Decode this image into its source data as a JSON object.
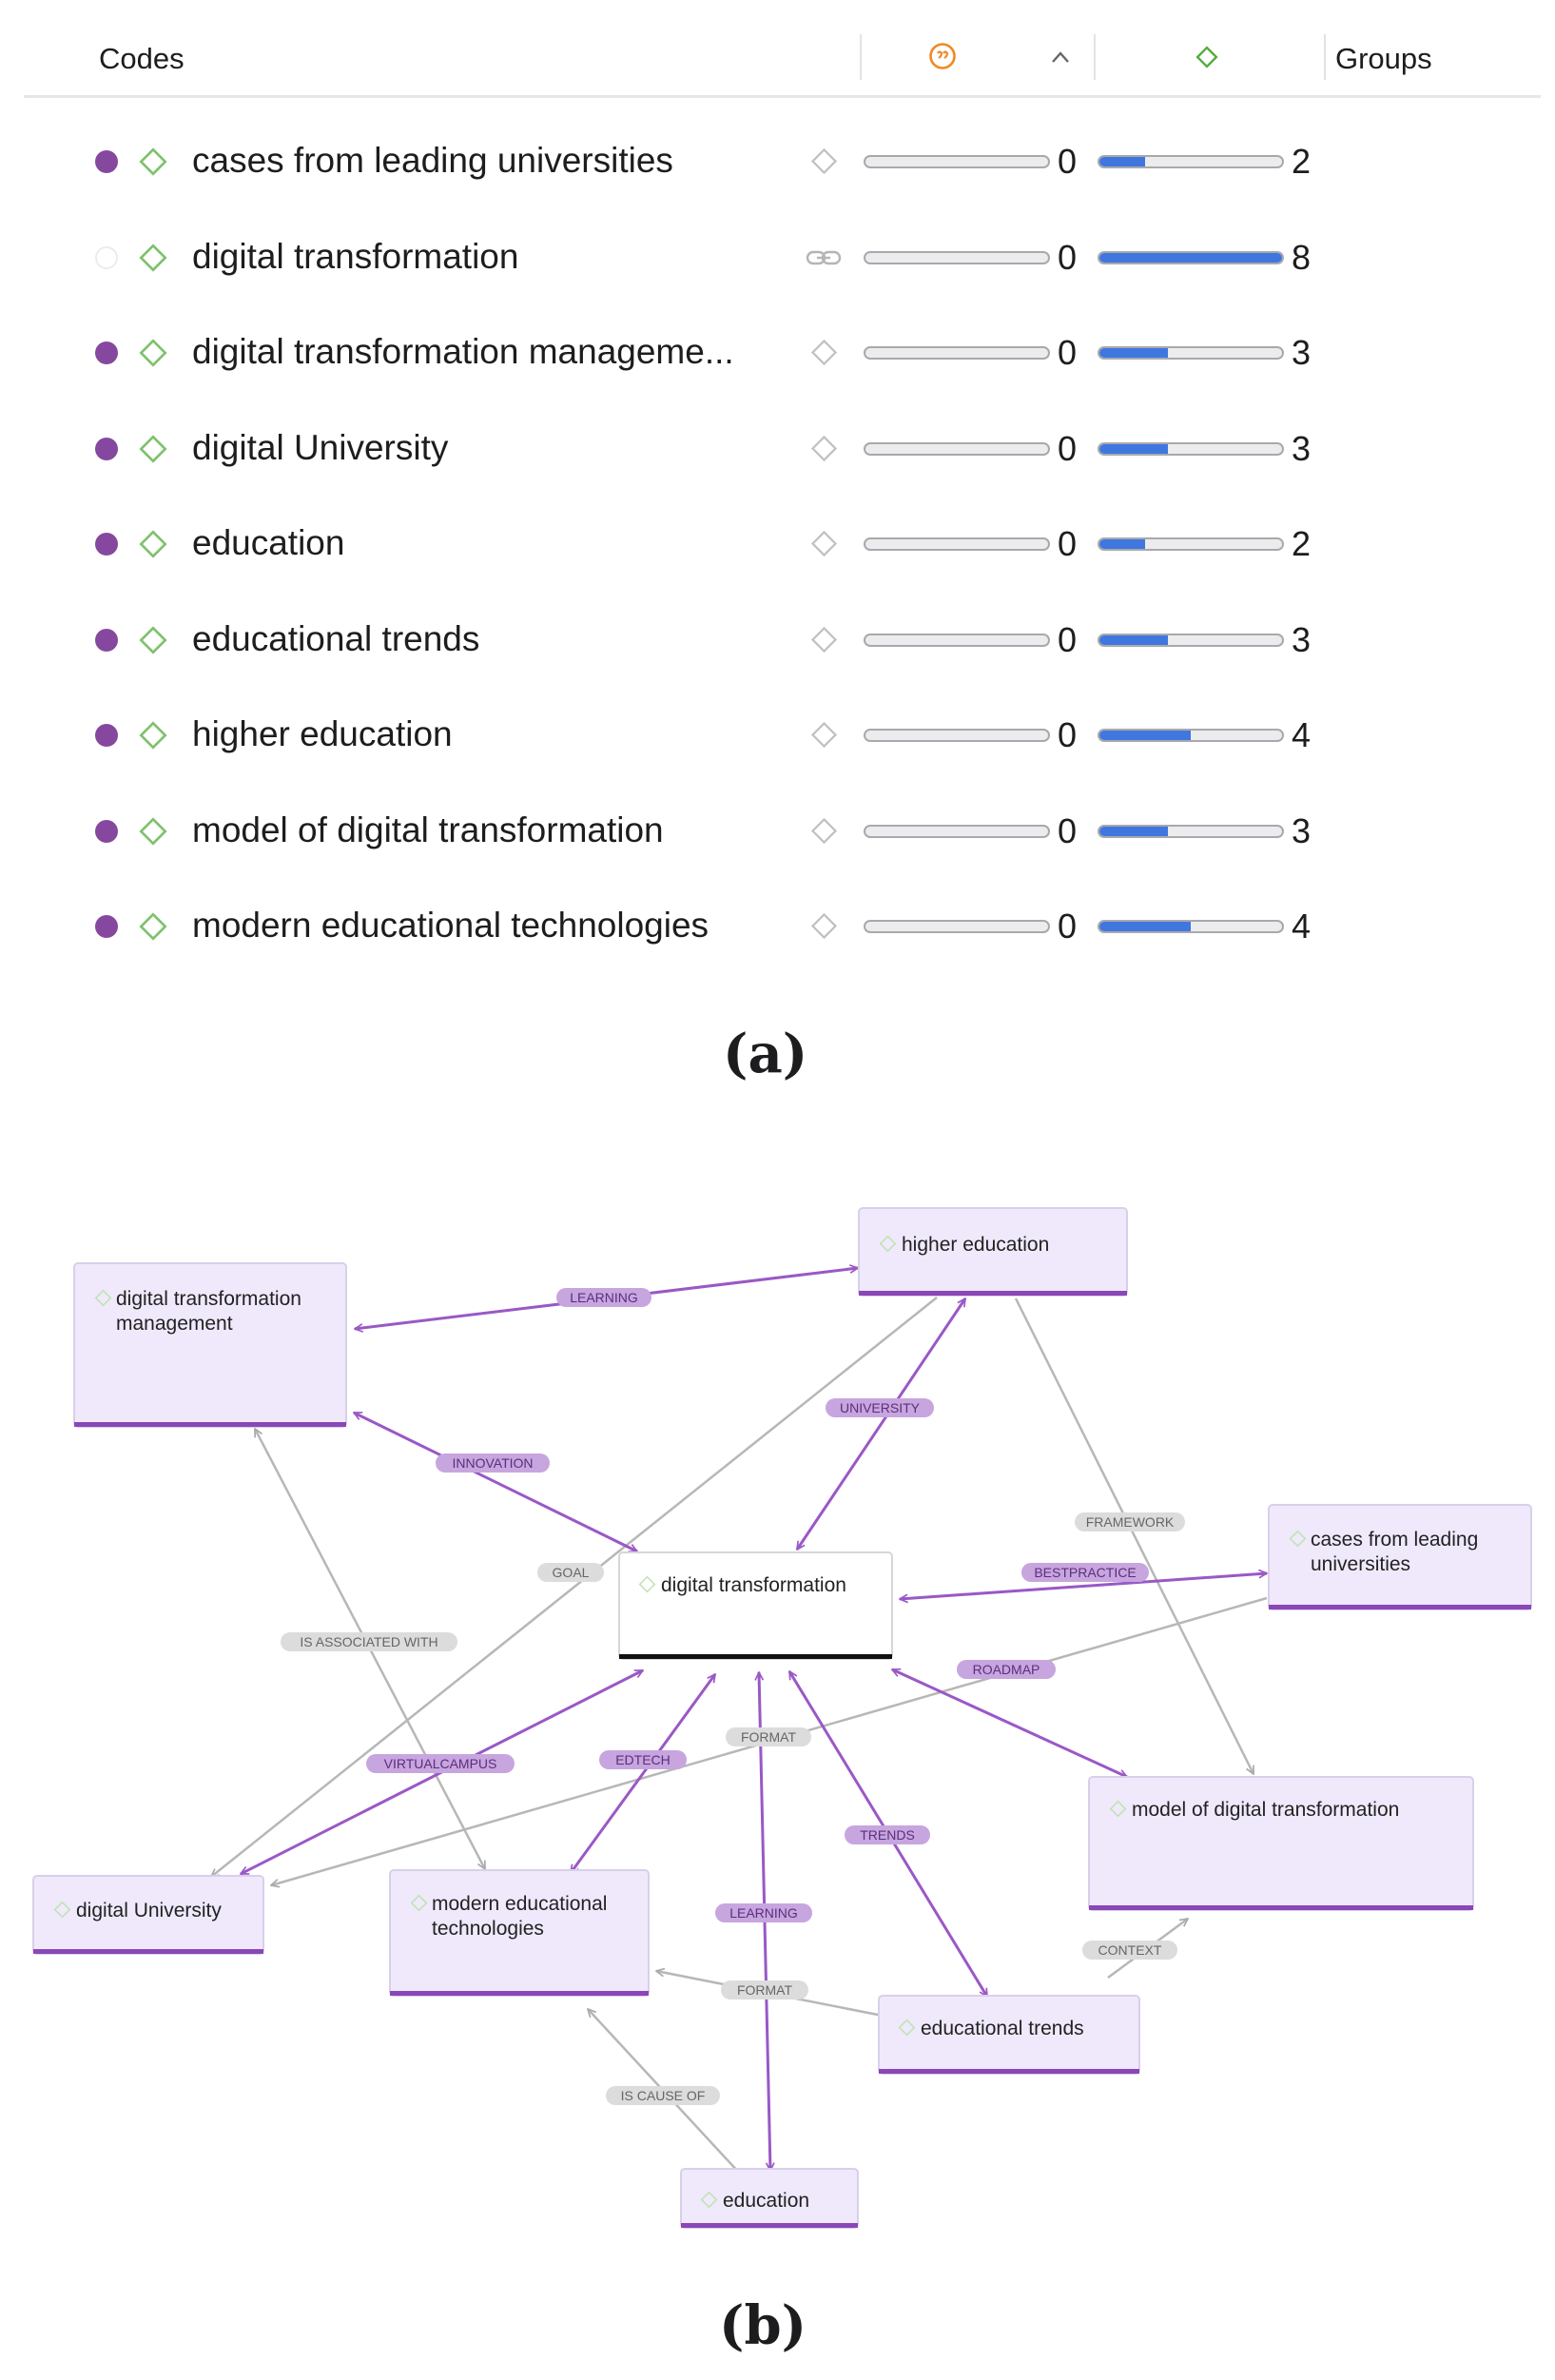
{
  "header": {
    "codes_label": "Codes",
    "groups_label": "Groups"
  },
  "colors": {
    "accent_purple": "#86489e",
    "bar_blue": "#3f77df",
    "diamond_green": "#7cc26a",
    "quote_orange": "#f08a24"
  },
  "codes": [
    {
      "label": "cases from leading universities",
      "color_dot": true,
      "status_icon": "diamond-icon",
      "quotations": 0,
      "quotations_fraction": 0,
      "groups": 2,
      "groups_fraction": 0.25
    },
    {
      "label": "digital transformation",
      "color_dot": false,
      "status_icon": "link-icon",
      "quotations": 0,
      "quotations_fraction": 0,
      "groups": 8,
      "groups_fraction": 1.0
    },
    {
      "label": "digital transformation manageme...",
      "color_dot": true,
      "status_icon": "diamond-icon",
      "quotations": 0,
      "quotations_fraction": 0,
      "groups": 3,
      "groups_fraction": 0.375
    },
    {
      "label": "digital University",
      "color_dot": true,
      "status_icon": "diamond-icon",
      "quotations": 0,
      "quotations_fraction": 0,
      "groups": 3,
      "groups_fraction": 0.375
    },
    {
      "label": "education",
      "color_dot": true,
      "status_icon": "diamond-icon",
      "quotations": 0,
      "quotations_fraction": 0,
      "groups": 2,
      "groups_fraction": 0.25
    },
    {
      "label": "educational trends",
      "color_dot": true,
      "status_icon": "diamond-icon",
      "quotations": 0,
      "quotations_fraction": 0,
      "groups": 3,
      "groups_fraction": 0.375
    },
    {
      "label": "higher education",
      "color_dot": true,
      "status_icon": "diamond-icon",
      "quotations": 0,
      "quotations_fraction": 0,
      "groups": 4,
      "groups_fraction": 0.5
    },
    {
      "label": "model of digital transformation",
      "color_dot": true,
      "status_icon": "diamond-icon",
      "quotations": 0,
      "quotations_fraction": 0,
      "groups": 3,
      "groups_fraction": 0.375
    },
    {
      "label": "modern educational technologies",
      "color_dot": true,
      "status_icon": "diamond-icon",
      "quotations": 0,
      "quotations_fraction": 0,
      "groups": 4,
      "groups_fraction": 0.5
    }
  ],
  "figure_labels": {
    "a": "(a)",
    "b": "(b)"
  },
  "graph": {
    "nodes": {
      "higher_education": [
        "higher education"
      ],
      "dtm": [
        "digital transformation",
        "management"
      ],
      "cases": [
        "cases from leading",
        "universities"
      ],
      "digital_transformation": [
        "digital transformation"
      ],
      "model": [
        "model of digital transformation"
      ],
      "digital_university": [
        "digital University"
      ],
      "modern": [
        "modern educational",
        "technologies"
      ],
      "educational_trends": [
        "educational trends"
      ],
      "education": [
        "education"
      ]
    },
    "edge_labels": {
      "learning_top": "LEARNING",
      "university": "UNIVERSITY",
      "innovation": "INNOVATION",
      "framework": "FRAMEWORK",
      "bestpractice": "BESTPRACTICE",
      "goal": "GOAL",
      "is_associated_with": "IS ASSOCIATED WITH",
      "roadmap": "ROADMAP",
      "format_top": "FORMAT",
      "edtech": "EDTECH",
      "virtualcampus": "VIRTUALCAMPUS",
      "trends": "TRENDS",
      "learning_bottom": "LEARNING",
      "context": "CONTEXT",
      "format_bottom": "FORMAT",
      "is_cause_of": "IS CAUSE OF"
    }
  }
}
